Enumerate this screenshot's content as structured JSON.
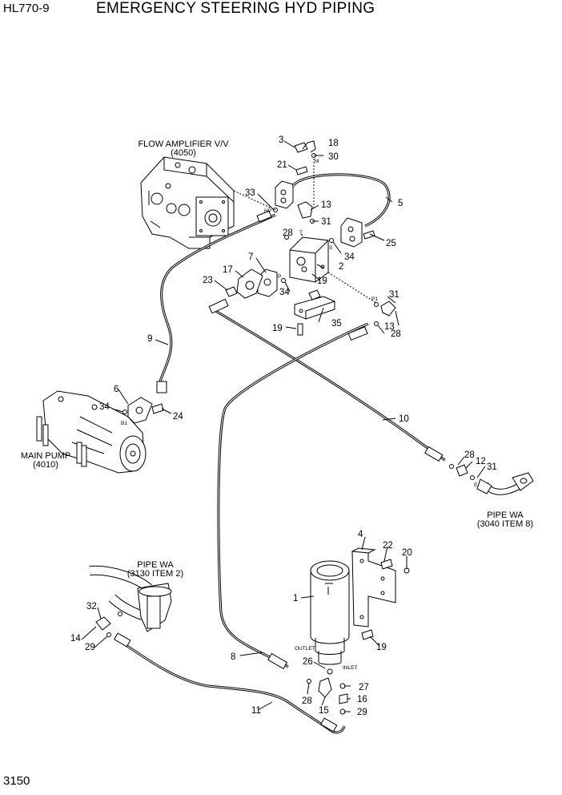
{
  "header": {
    "model": "HL770-9",
    "title": "EMERGENCY STEERING HYD PIPING"
  },
  "footer": {
    "page_number": "3150"
  },
  "components": {
    "flow_amplifier": {
      "line1": "FLOW AMPLIFIER V/V",
      "line2": "(4050)"
    },
    "main_pump": {
      "line1": "MAIN PUMP",
      "line2": "(4010)"
    },
    "pipe_wa_right": {
      "line1": "PIPE WA",
      "line2": "(3040 ITEM 8)"
    },
    "pipe_wa_left": {
      "line1": "PIPE WA",
      "line2": "(3130 ITEM 2)"
    }
  },
  "ports": {
    "m": "M",
    "hp": "HP",
    "t": "T",
    "s": "S",
    "p": "P",
    "p1": "P1",
    "b1": "B1",
    "e": "E",
    "outlet": "OUTLET",
    "inlet": "INLET"
  },
  "callouts": [
    "3",
    "18",
    "30",
    "21",
    "33",
    "13",
    "5",
    "31",
    "28",
    "25",
    "34",
    "2",
    "7",
    "17",
    "23",
    "34",
    "19",
    "31",
    "35",
    "13",
    "19",
    "28",
    "9",
    "6",
    "34",
    "24",
    "10",
    "28",
    "12",
    "31",
    "4",
    "22",
    "20",
    "1",
    "32",
    "14",
    "29",
    "19",
    "26",
    "8",
    "27",
    "28",
    "15",
    "16",
    "11",
    "29"
  ]
}
